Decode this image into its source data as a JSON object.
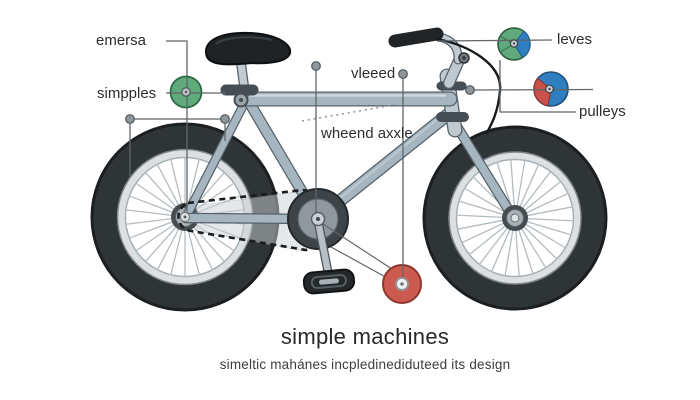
{
  "title": "simple machines",
  "subtitle": "simeltic mahánes incpledinediduteed its design",
  "labels": {
    "emersa": "emersa",
    "simpples": "simpples",
    "vleeed": "vleeed",
    "wheend_axxle": "wheend axxle",
    "leves": "leves",
    "pulleys": "pulleys"
  },
  "colors": {
    "green": "#5fa97a",
    "blue": "#2e7ec0",
    "red": "#cd5a50",
    "wedge_red": "#c8524a",
    "frame": "#a6b6c0",
    "tire": "#2f3437",
    "annotation_line": "#5f6569"
  }
}
